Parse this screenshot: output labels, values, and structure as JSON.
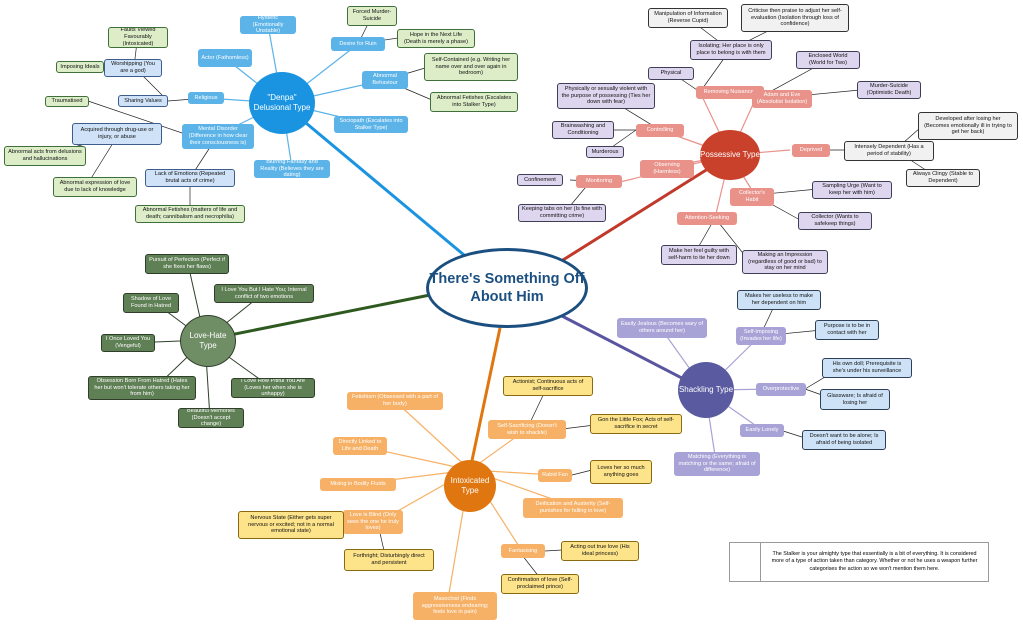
{
  "title": "There's Something Off About Him",
  "note": "The Stalker is your almighty type that essentially is a bit of everything. It is considered more of a type of action taken than category. Whether or not he uses a weapon further categorises the action so we won't mention them here.",
  "dempa": {
    "hub": "\"Denpa\" Delusional Type",
    "hysteric": "Hysteric (Emotionally Unstable)",
    "actor": "Actor (Fathomless)",
    "desire_for_ruin": "Desire for Ruin",
    "forced_suicide": "Forced Murder-Suicide",
    "hope_next_life": "Hope in the Next Life (Death is merely a phase)",
    "abnormal_behaviour": "Abnormal Behaviour",
    "self_contained": "Self-Contained (e.g. Writing her name over and over again in bedroom)",
    "abnormal_fetishes_stalker": "Abnormal Fetishes (Escalates into Stalker Type)",
    "sociopath": "Sociopath (Escalates into Stalker Type)",
    "blurring": "Blurring Fantasy and Reality (Believes they are dating)",
    "mental_disorder": "Mental Disorder (Difference in how clear their consciousness is)",
    "lack_emotions": "Lack of Emotions (Repeated brutal acts of crime)",
    "abnormal_fetishes_crime": "Abnormal Fetishes (matters of life and death; cannibalism and necrophilia)",
    "acquired": "Acquired through drug-use or injury, or abuse",
    "traumatised": "Traumatised",
    "abnormal_acts": "Abnormal acts from delusions and hallucinations",
    "abnormal_expression": "Abnormal expression of love due to lack of knowledge",
    "religious": "Religious",
    "sharing_values": "Sharing Values",
    "worshipping": "Worshipping (You are a god)",
    "faults_viewed": "Faults Viewed Favourably (Intoxicated)",
    "imposing_ideals": "Imposing Ideals"
  },
  "possessive": {
    "hub": "Possessive Type",
    "removing_nuisances": "Removing Nuisances",
    "isolating": "Isolating; Her place is only place to belong is with them",
    "manipulation": "Manipulation of Information (Reverse Cupid)",
    "criticise": "Criticise then praise to adjust her self-evaluation (Isolation through loss of confidence)",
    "physical": "Physical",
    "adam_eve": "Adam and Eve (Absolutist Isolation)",
    "enclosed_world": "Enclosed World (World for Two)",
    "murder_suicide": "Murder-Suicide (Optimistic Death)",
    "physically_violent": "Physically or sexually violent with the purpose of possessing (Ties her down with fear)",
    "controlling": "Controlling",
    "brainwashing": "Brainwashing and Conditioning",
    "murderous": "Murderous",
    "observing": "Observing (Harmless)",
    "monitoring": "Monitoring",
    "confinement": "Confinement",
    "keeping_tabs": "Keeping tabs on her (Is fine with committing crime)",
    "deprived": "Deprived",
    "intensely_dependent": "Intensely Dependent (Has a period of stability)",
    "developed_after": "Developed after losing her (Becomes emotionally ill in trying to get her back)",
    "always_clingy": "Always Clingy (Stable to Dependent)",
    "collectors_habit": "Collector's Habit",
    "sampling_urge": "Sampling Urge (Want to keep her with him)",
    "collector": "Collector (Wants to safekeep things)",
    "attention_seeking": "Attention-Seeking",
    "make_guilty": "Make her feel guilty with self-harm to tie her down",
    "making_impression": "Making an Impression (regardless of good or bad) to stay on her mind"
  },
  "lovehate": {
    "hub": "Love-Hate Type",
    "pursuit": "Pursuit of Perfection (Perfect if she fixes her flaws)",
    "i_love_you_but": "I Love You But I Hate You; Internal conflict of two emotions",
    "shadow_of_love": "Shadow of Love Found in Hatred",
    "once_loved": "I Once Loved You (Vengeful)",
    "obsession_hatred": "Obsession Born From Hatred (Hates her but won't tolerate others taking her from him)",
    "love_pitiful": "I Love How Pitiful You Are (Loves her when she is unhappy)",
    "beautiful_memories": "Beautiful Memories (Doesn't accept change)"
  },
  "shackling": {
    "hub": "Shackling Type",
    "easily_jealous": "Easily Jealous (Becomes wary of others around her)",
    "self_imposing": "Self-Imposing (Invades her life)",
    "makes_useless": "Makes her useless to make her dependent on him",
    "purpose_contact": "Purpose is to be in contact with her",
    "overprotective": "Overprotective",
    "own_doll": "His own doll; Prerequisite is she's under his surveillance",
    "glassware": "Glassware; Is afraid of losing her",
    "easily_lonely": "Easily Lonely",
    "doesnt_want_alone": "Doesn't want to be alone; Is afraid of being isolated",
    "matching": "Matching (Everything is matching or the same; afraid of difference)"
  },
  "intoxicated": {
    "hub": "Intoxicated Type",
    "fetishism": "Fetishism (Obsessed with a part of her body)",
    "directly_linked": "Directly Linked to Life and Death",
    "mixing_fluids": "Mixing in Bodily Fluids",
    "love_is_blind": "Love is Blind (Only sees the one he truly loves)",
    "nervous_state": "Nervous State (Either gets super nervous or excited; not in a normal emotional state)",
    "forthright": "Forthright; Disturbingly direct and persistent",
    "self_sacrificing": "Self-Sacrificing (Doesn't wish to shackle)",
    "actionist": "Actionist; Continuous acts of self-sacrifice",
    "gon_fox": "Gon the Little Fox; Acts of self-sacrifice in secret",
    "rabid_fan": "Rabid Fan",
    "loves_so_much": "Loves her so much anything goes",
    "deification": "Deification and Austerity (Self-punishes for falling in love)",
    "fantasising": "Fantasising",
    "acting_out": "Acting out true love (His ideal princess)",
    "confirmation": "Confirmation of love (Self-proclaimed prince)",
    "masochist": "Masochist (Finds aggressiveness endearing; feels love in pain)"
  }
}
